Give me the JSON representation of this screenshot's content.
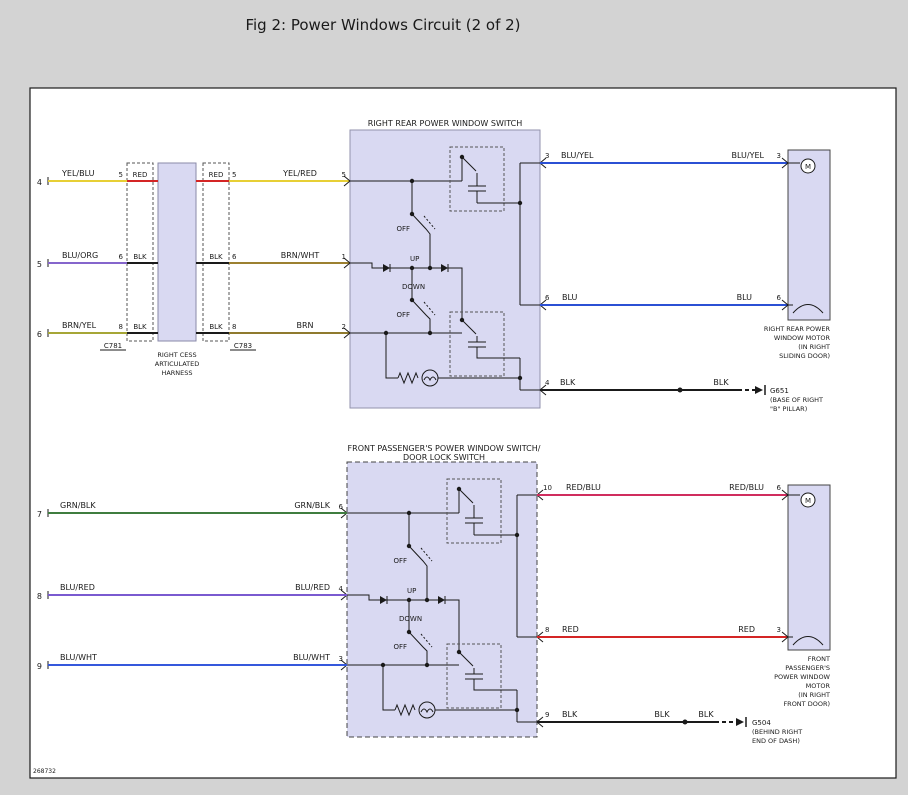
{
  "header": {
    "title": "Fig 2: Power Windows Circuit (2 of 2)"
  },
  "footer": {
    "code": "268732"
  },
  "colors": {
    "yel": "#e7cf35",
    "red": "#d42525",
    "blu_org": "#8565cc",
    "blk": "#1a1a1a",
    "brn_wht": "#9c8030",
    "brn_yel": "#a6a636",
    "brn": "#8f7a2e",
    "blu": "#2b50d4",
    "grn_blk": "#3f7d3f",
    "blu_red": "#7a5ad0",
    "blu_wht": "#3558dc",
    "red_blu": "#d02d5e",
    "box_fill": "#d9d9f2",
    "title_text": "#1d4f63"
  },
  "switch_labels": {
    "off1": "OFF",
    "up": "UP",
    "down": "DOWN",
    "off2": "OFF"
  },
  "top": {
    "switch_title": "RIGHT REAR POWER WINDOW SWITCH",
    "connector_left": "C781",
    "connector_right": "C783",
    "harness_lines": [
      "RIGHT CESS",
      "ARTICULATED",
      "HARNESS"
    ],
    "rows_left": [
      {
        "num": "4",
        "wire": "YEL/BLU",
        "pin_a": "5",
        "seg_a": "RED",
        "seg_b": "RED",
        "pin_b": "5",
        "wire2": "YEL/RED",
        "pin_sw": "5"
      },
      {
        "num": "5",
        "wire": "BLU/ORG",
        "pin_a": "6",
        "seg_a": "BLK",
        "seg_b": "BLK",
        "pin_b": "6",
        "wire2": "BRN/WHT",
        "pin_sw": "1"
      },
      {
        "num": "6",
        "wire": "BRN/YEL",
        "pin_a": "8",
        "seg_a": "BLK",
        "seg_b": "BLK",
        "pin_b": "8",
        "wire2": "BRN",
        "pin_sw": "2"
      }
    ],
    "rows_right": [
      {
        "pin_sw": "3",
        "label_a": "BLU/YEL",
        "label_b": "BLU/YEL",
        "pin_m": "3"
      },
      {
        "pin_sw": "6",
        "label_a": "BLU",
        "label_b": "BLU",
        "pin_m": "6"
      },
      {
        "pin_sw": "4",
        "label_a": "BLK",
        "label_b": "BLK"
      }
    ],
    "ground": {
      "name": "G651",
      "loc": [
        "(BASE OF RIGHT",
        "\"B\" PILLAR)"
      ]
    },
    "motor": {
      "symbol": "M",
      "label_lines": [
        "RIGHT REAR POWER",
        "WINDOW MOTOR",
        "(IN RIGHT",
        "SLIDING DOOR)"
      ]
    }
  },
  "bottom": {
    "switch_title_lines": [
      "FRONT PASSENGER'S POWER WINDOW SWITCH/",
      "DOOR LOCK SWITCH"
    ],
    "rows_left": [
      {
        "num": "7",
        "wire": "GRN/BLK",
        "wire2": "GRN/BLK",
        "pin_sw": "6"
      },
      {
        "num": "8",
        "wire": "BLU/RED",
        "wire2": "BLU/RED",
        "pin_sw": "4"
      },
      {
        "num": "9",
        "wire": "BLU/WHT",
        "wire2": "BLU/WHT",
        "pin_sw": "3"
      }
    ],
    "rows_right": [
      {
        "pin_sw": "10",
        "label_a": "RED/BLU",
        "label_b": "RED/BLU",
        "pin_m": "6"
      },
      {
        "pin_sw": "8",
        "label_a": "RED",
        "label_b": "RED",
        "pin_m": "3"
      },
      {
        "pin_sw": "9",
        "label_a": "BLK",
        "label_b": "BLK",
        "label_c": "BLK"
      }
    ],
    "ground": {
      "name": "G504",
      "loc": [
        "(BEHIND RIGHT",
        "END OF DASH)"
      ]
    },
    "motor": {
      "symbol": "M",
      "label_lines": [
        "FRONT",
        "PASSENGER'S",
        "POWER WINDOW",
        "MOTOR",
        "(IN RIGHT",
        "FRONT DOOR)"
      ]
    }
  }
}
